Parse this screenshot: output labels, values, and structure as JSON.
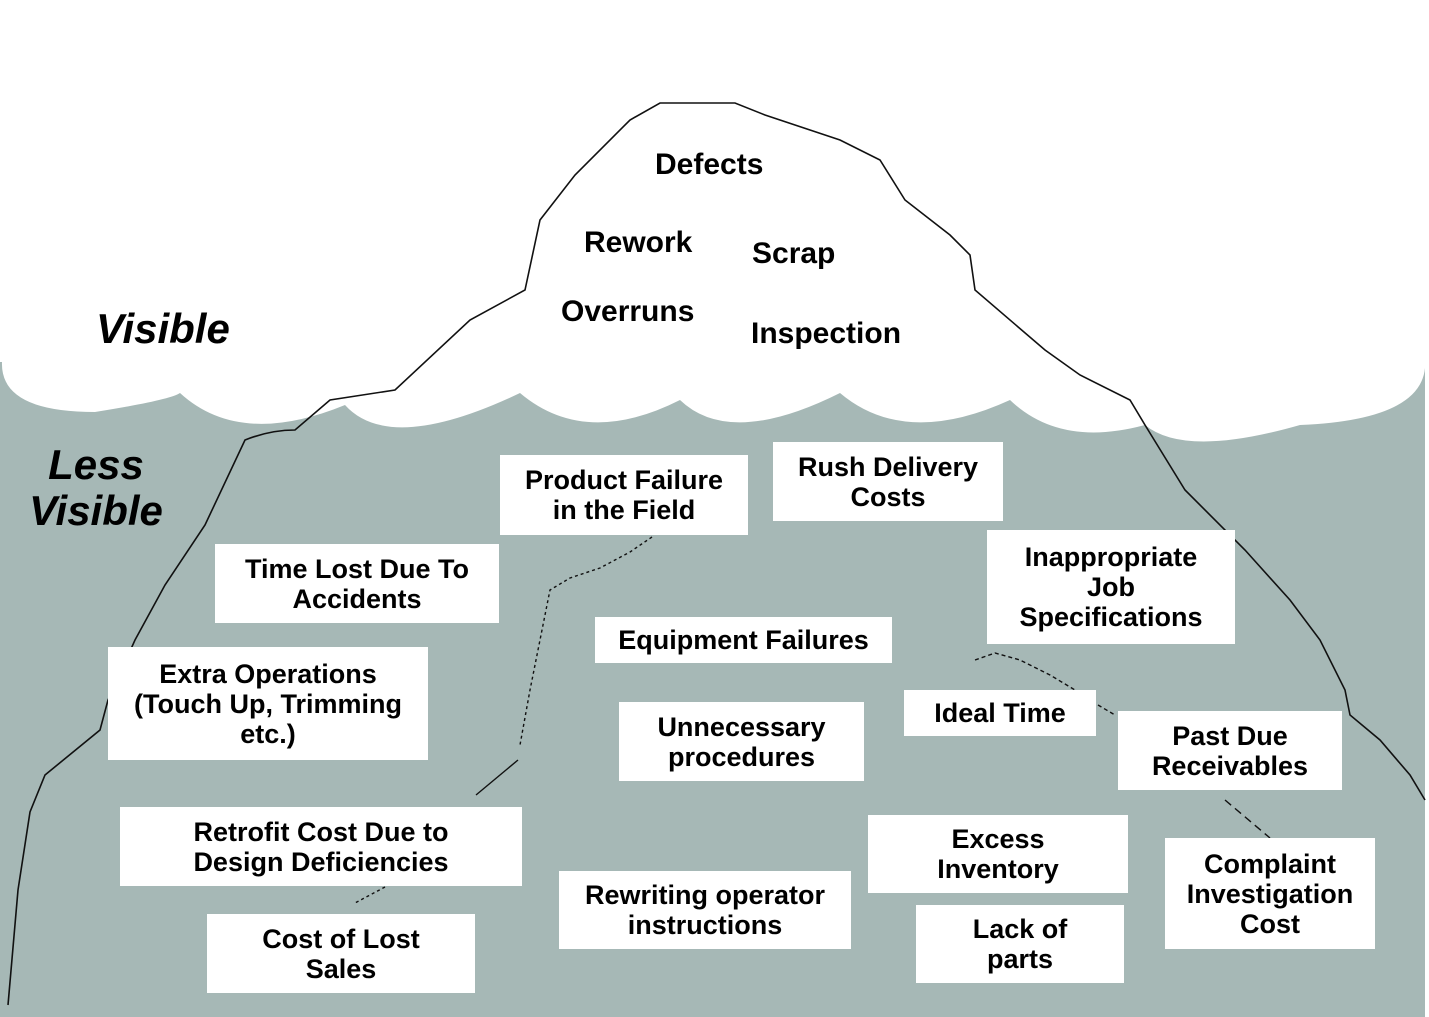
{
  "zones": {
    "visible": "Visible",
    "less_visible_line1": "Less",
    "less_visible_line2": "Visible"
  },
  "visible_costs": {
    "defects": "Defects",
    "rework": "Rework",
    "scrap": "Scrap",
    "overruns": "Overruns",
    "inspection": "Inspection"
  },
  "hidden_costs": {
    "product_failure": {
      "line1": "Product Failure",
      "line2": "in the Field"
    },
    "rush_delivery": {
      "line1": "Rush Delivery",
      "line2": "Costs"
    },
    "time_lost": {
      "line1": "Time Lost Due To",
      "line2": "Accidents"
    },
    "inappropriate_job": {
      "line1": "Inappropriate",
      "line2": "Job",
      "line3": "Specifications"
    },
    "equipment_failures": {
      "line1": "Equipment Failures"
    },
    "extra_operations": {
      "line1": "Extra Operations",
      "line2": "(Touch Up, Trimming",
      "line3": "etc.)"
    },
    "ideal_time": {
      "line1": "Ideal Time"
    },
    "unnecessary_procedures": {
      "line1": "Unnecessary",
      "line2": "procedures"
    },
    "past_due": {
      "line1": "Past Due",
      "line2": "Receivables"
    },
    "retrofit_cost": {
      "line1": "Retrofit Cost Due to",
      "line2": "Design Deficiencies"
    },
    "excess_inventory": {
      "line1": "Excess",
      "line2": "Inventory"
    },
    "complaint_investigation": {
      "line1": "Complaint",
      "line2": "Investigation",
      "line3": "Cost"
    },
    "rewriting_instructions": {
      "line1": "Rewriting operator",
      "line2": "instructions"
    },
    "lack_of_parts": {
      "line1": "Lack of",
      "line2": "parts"
    },
    "cost_of_lost_sales": {
      "line1": "Cost of Lost",
      "line2": "Sales"
    }
  },
  "colors": {
    "water": "#a6b8b6",
    "iceberg_outline": "#111111",
    "box_fill": "#ffffff",
    "text": "#000000"
  }
}
